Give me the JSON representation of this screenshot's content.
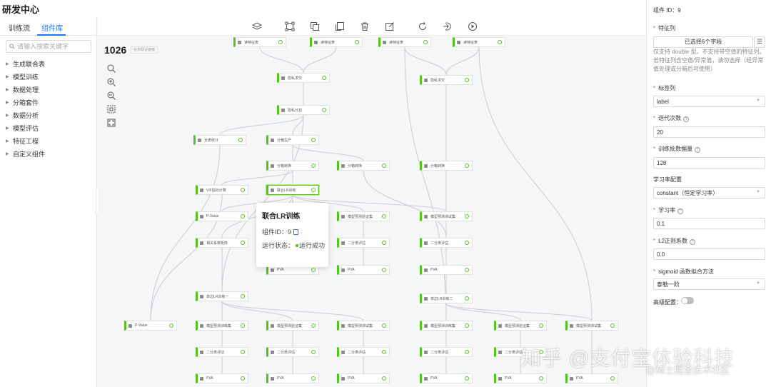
{
  "app": {
    "title": "研发中心"
  },
  "sidebar": {
    "tabs": [
      {
        "label": "训练流"
      },
      {
        "label": "组件库"
      }
    ],
    "active_tab": "组件库",
    "search": {
      "placeholder": "请输入搜索关键字",
      "value": ""
    },
    "tree": [
      {
        "label": "生成联合表"
      },
      {
        "label": "模型训练"
      },
      {
        "label": "数据处理"
      },
      {
        "label": "分箱套件"
      },
      {
        "label": "数据分析"
      },
      {
        "label": "模型评估"
      },
      {
        "label": "特征工程"
      },
      {
        "label": "自定义组件"
      }
    ]
  },
  "toolbar": {
    "icons": [
      "layers-icon",
      "select-frame-icon",
      "copy-icon",
      "duplicate-icon",
      "delete-icon",
      "edit-icon",
      "refresh-icon",
      "import-icon",
      "run-icon"
    ]
  },
  "canvas": {
    "count": "1026",
    "count_tag": "任务联合建模",
    "zoom_icons": [
      "search-icon",
      "zoom-in-icon",
      "zoom-out-icon",
      "fit-screen-icon",
      "fullscreen-icon"
    ],
    "nodes": [
      {
        "label": "读特征表"
      },
      {
        "label": "读特征表"
      },
      {
        "label": "读特征表"
      },
      {
        "label": "读特征表"
      },
      {
        "label": "隐私求交"
      },
      {
        "label": "隐私求交"
      },
      {
        "label": "隐私分割"
      },
      {
        "label": "全表统计"
      },
      {
        "label": "分箱生产"
      },
      {
        "label": "分箱转换"
      },
      {
        "label": "分箱转换"
      },
      {
        "label": "分箱转换"
      },
      {
        "label": "VIF指标计算"
      },
      {
        "label": "联合LR训练"
      },
      {
        "label": "P-Value"
      },
      {
        "label": "模型预测验证集"
      },
      {
        "label": "模型预测测试集"
      },
      {
        "label": "相关系数矩阵"
      },
      {
        "label": "二分类评估"
      },
      {
        "label": "二分类评估"
      },
      {
        "label": "PVA"
      },
      {
        "label": "PVA"
      },
      {
        "label": "PVA"
      },
      {
        "label": "单边LR训练一"
      },
      {
        "label": "单边LR训练二"
      },
      {
        "label": "P-Value"
      },
      {
        "label": "模型预测训练集"
      },
      {
        "label": "模型预测验证集"
      },
      {
        "label": "模型预测测试集"
      },
      {
        "label": "模型预测训练集"
      },
      {
        "label": "模型预测验证集"
      },
      {
        "label": "模型预测测试集"
      },
      {
        "label": "二分类评估"
      },
      {
        "label": "二分类评估"
      },
      {
        "label": "二分类评估"
      },
      {
        "label": "二分类评估"
      },
      {
        "label": "二分类评估"
      },
      {
        "label": "PVA"
      },
      {
        "label": "PVA"
      },
      {
        "label": "PVA"
      },
      {
        "label": "PVA"
      },
      {
        "label": "PVA"
      },
      {
        "label": "PVA"
      }
    ],
    "tooltip": {
      "title": "联合LR训练",
      "id_label": "组件ID：",
      "id_value": "9",
      "status_label": "运行状态：",
      "status_value": "运行成功"
    },
    "accent": "#52c41a"
  },
  "panel": {
    "component_id": "组件 ID：9",
    "feature_cols": {
      "label": "特征列",
      "button": "已选择6个字段",
      "menu": "☰"
    },
    "hint": "仅支持 double 型、不支持带空值的特征列。若特征列含空值/异常值，请勿选择（经异常值处理或分箱后可使用）",
    "label_col": {
      "label": "标签列",
      "value": "label"
    },
    "iterations": {
      "label": "迭代次数",
      "value": "20"
    },
    "batch_size": {
      "label": "训练批数据量",
      "value": "128"
    },
    "lr_config": {
      "label": "学习率配置",
      "value": "constant（恒定学习率）"
    },
    "learning_rate": {
      "label": "学习率",
      "value": "0.1"
    },
    "l2": {
      "label": "L2正则系数",
      "value": "0.0"
    },
    "sigmoid": {
      "label": "sigmoid 函数拟合方法",
      "value": "泰勒一阶"
    },
    "advanced": {
      "label": "高级配置：",
      "enabled": false
    }
  },
  "watermark": {
    "main": "知乎 @支付宝体验科技",
    "sub": "@稀土掘金技术社区"
  }
}
